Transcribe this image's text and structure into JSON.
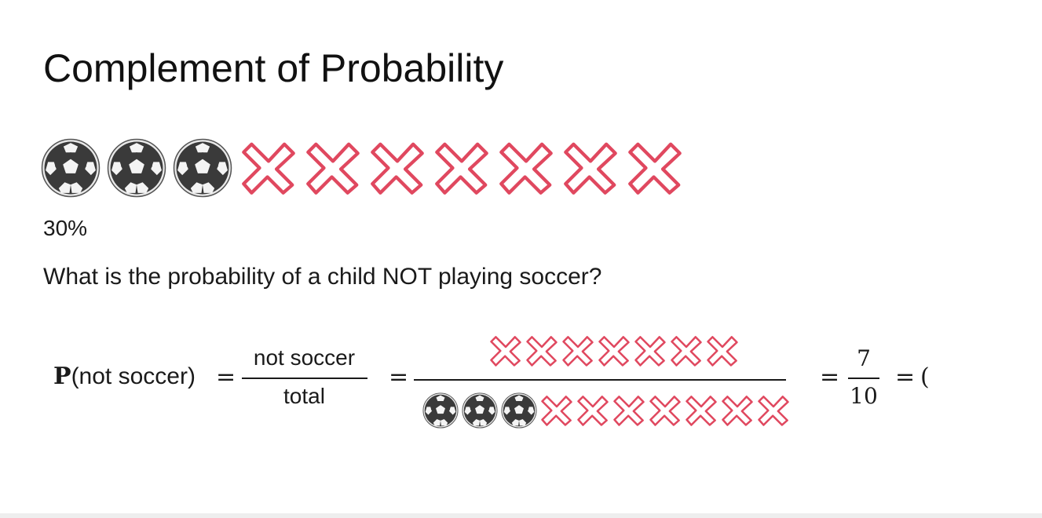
{
  "slide": {
    "title": "Complement of Probability",
    "percent_label": "30%",
    "question": "What is the probability of a child NOT playing soccer?"
  },
  "icons": {
    "ball_icon": "soccer-ball-icon",
    "x_icon": "red-x-icon",
    "ball_count": 3,
    "x_count": 7,
    "x_color": "#e0485f"
  },
  "formula": {
    "p_label": "P",
    "p_arg": "(not soccer)",
    "eq1": "=",
    "word_numerator": "not soccer",
    "word_denominator": "total",
    "eq2": "=",
    "icon_numerator_x_count": 7,
    "icon_denominator_ball_count": 3,
    "icon_denominator_x_count": 7,
    "eq3": "=",
    "numeric_numerator": "7",
    "numeric_denominator": "10",
    "eq4": "=",
    "trailing": "("
  }
}
